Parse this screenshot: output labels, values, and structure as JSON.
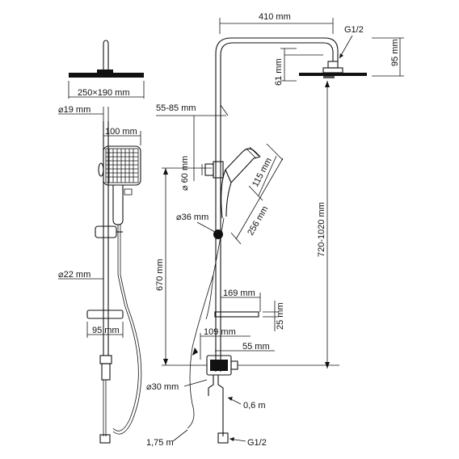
{
  "dims": {
    "head_size": "250×190 mm",
    "arm_dia": "⌀19 mm",
    "hand_width": "100 mm",
    "pipe_dia": "⌀22 mm",
    "shelf_width": "95 mm",
    "arm_length": "410 mm",
    "thread_top": "G1/2",
    "head_drop": "95 mm",
    "head_thickness": "61 mm",
    "wall_dist": "55-85 mm",
    "bracket_dia": "⌀ 60 mm",
    "hand_head": "115 mm",
    "hand_length": "256 mm",
    "slider_dia": "⌀36 mm",
    "height_range": "720-1020 mm",
    "rail_height": "670 mm",
    "shelf_depth": "169 mm",
    "shelf_height": "25 mm",
    "mixer_width": "109 mm",
    "mixer_depth": "55 mm",
    "mixer_dia": "⌀30 mm",
    "pipe_len": "0,6 m",
    "hose_len": "1,75 m",
    "thread_bottom": "G1/2"
  }
}
